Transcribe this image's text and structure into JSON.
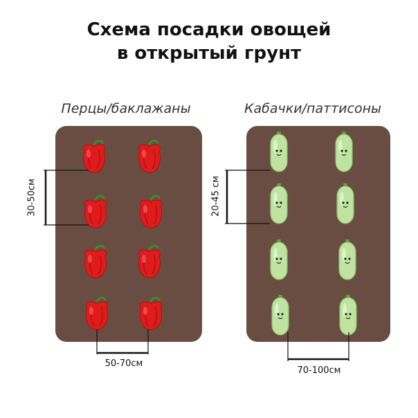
{
  "title_line1": "Схема посадки овощей",
  "title_line2": "в открытый грунт",
  "left_bed": {
    "name": "Перцы/баклажаны",
    "row_spacing": "30-50см",
    "plant_spacing": "50-70см"
  },
  "right_bed": {
    "name": "Кабачки/паттисоны",
    "row_spacing": "20-45 см",
    "plant_spacing": "70-100см"
  },
  "colors": {
    "soil": "#6a4d42",
    "pepper": "#e01b1b",
    "zucchini": "#bfe3a0"
  },
  "icons": {
    "left_plants": "pepper-icon",
    "right_plants": "zucchini-icon"
  }
}
